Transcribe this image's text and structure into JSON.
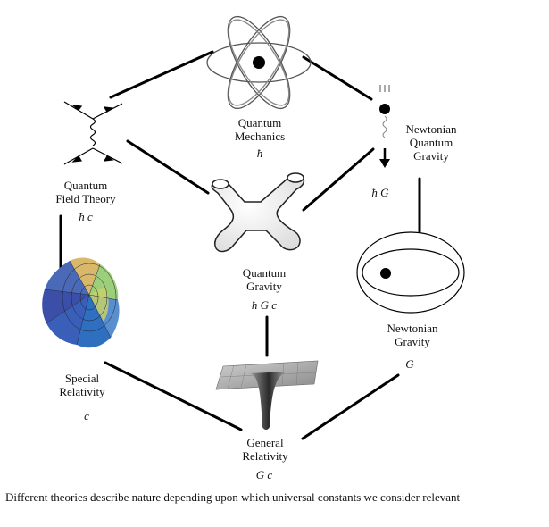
{
  "nodes": {
    "quantum_mechanics": {
      "label_lines": [
        "Quantum",
        "Mechanics"
      ],
      "constants": "ħ"
    },
    "newtonian_quantum_gravity": {
      "label_lines": [
        "Newtonian",
        "Quantum",
        "Gravity"
      ],
      "constants": "ħ   G"
    },
    "quantum_field_theory": {
      "label_lines": [
        "Quantum",
        "Field Theory"
      ],
      "constants": "ħ   c"
    },
    "quantum_gravity": {
      "label_lines": [
        "Quantum",
        "Gravity"
      ],
      "constants": "ħ   G   c"
    },
    "newtonian_gravity": {
      "label_lines": [
        "Newtonian",
        "Gravity"
      ],
      "constants": "G"
    },
    "special_relativity": {
      "label_lines": [
        "Special",
        "Relativity"
      ],
      "constants": "c"
    },
    "general_relativity": {
      "label_lines": [
        "General",
        "Relativity"
      ],
      "constants": "G   c"
    }
  },
  "caption": "Different theories describe nature depending upon which universal constants we consider relevant"
}
